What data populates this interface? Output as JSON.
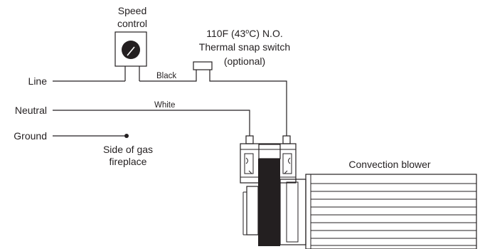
{
  "labels": {
    "speed_1": "Speed",
    "speed_2": "control",
    "thermal_1_pre": "110F (43",
    "thermal_1_deg": "o",
    "thermal_1_post": "C) N.O.",
    "thermal_2": "Thermal snap switch",
    "thermal_3": "(optional)",
    "line": "Line",
    "black": "Black",
    "neutral": "Neutral",
    "white": "White",
    "ground": "Ground",
    "side_1": "Side of gas",
    "side_2": "fireplace",
    "blower": "Convection blower"
  }
}
